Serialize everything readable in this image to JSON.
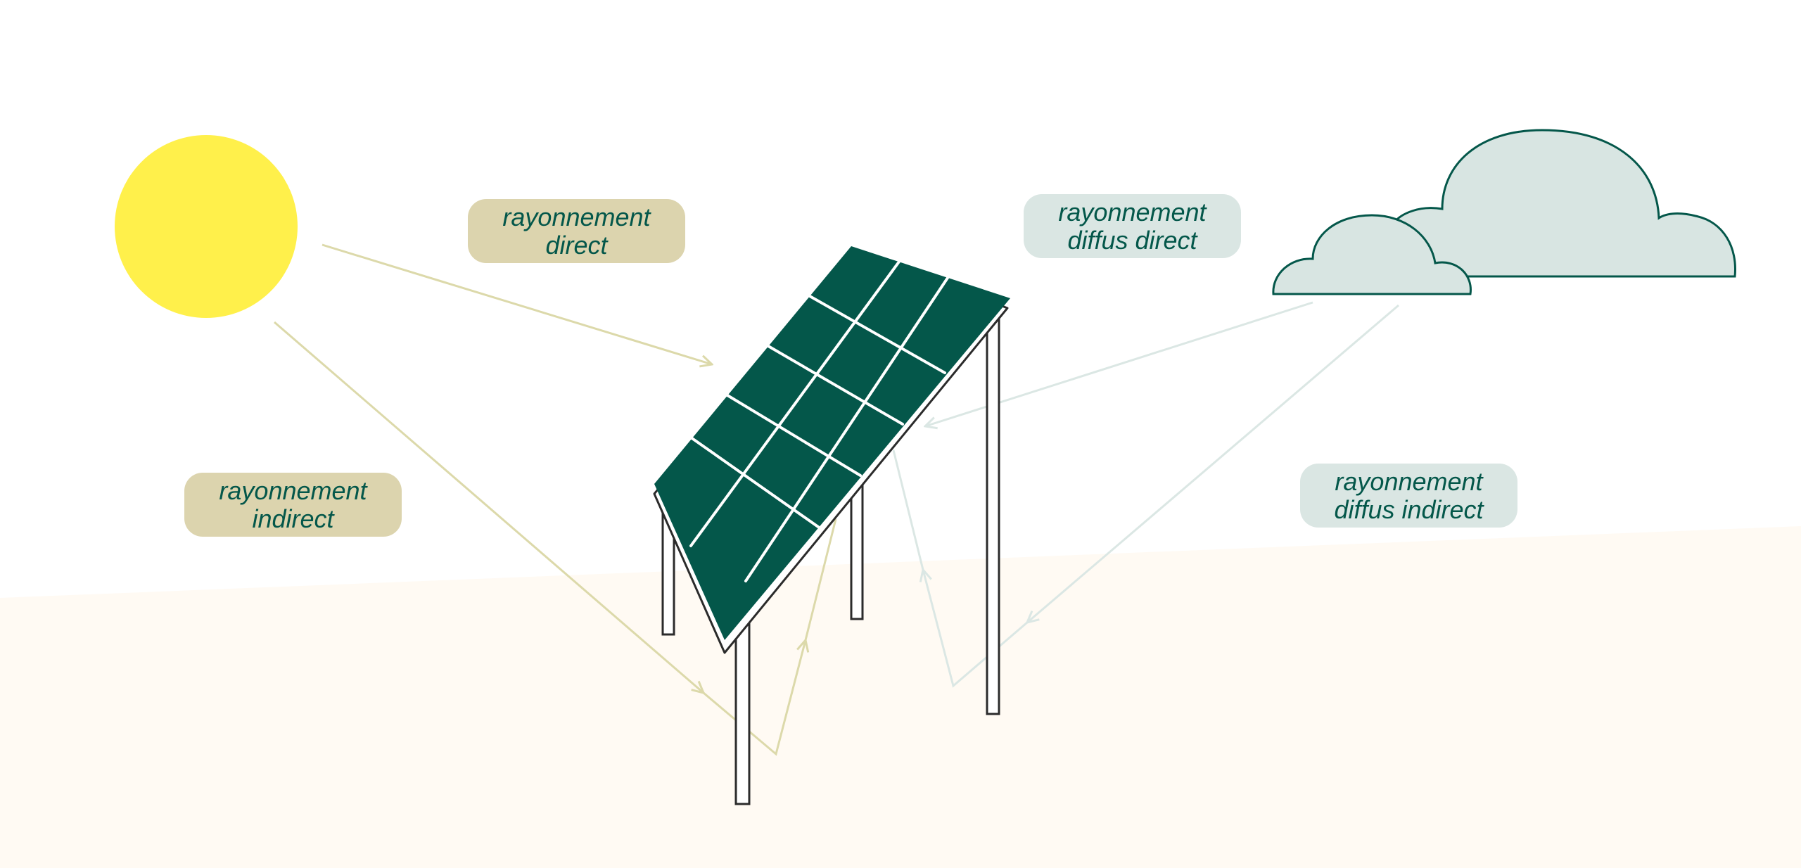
{
  "labels": {
    "direct": {
      "line1": "rayonnement",
      "line2": "direct"
    },
    "diffuse_direct": {
      "line1": "rayonnement",
      "line2": "diffus direct"
    },
    "indirect": {
      "line1": "rayonnement",
      "line2": "indirect"
    },
    "diffuse_indirect": {
      "line1": "rayonnement",
      "line2": "diffus indirect"
    }
  },
  "colors": {
    "sun": "#fff04b",
    "panel": "#04574a",
    "cloud_fill": "#d8e5e2",
    "cloud_stroke": "#04574a",
    "ground": "#fffaf3",
    "label_tan": "#dcd4ae",
    "label_mint": "#dae6e3",
    "ray_tan": "#dcd9aa",
    "ray_mint": "#dbe7e4",
    "frame": "#2b2b2b"
  }
}
